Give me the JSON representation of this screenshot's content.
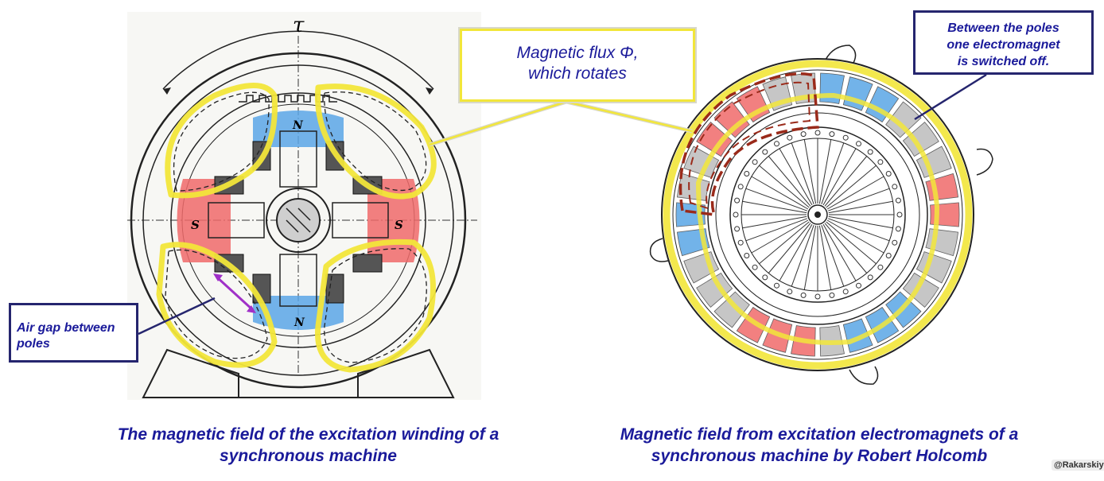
{
  "callouts": {
    "flux": [
      "Magnetic flux Φ,",
      "which rotates"
    ],
    "air_gap": [
      "Air gap between",
      "poles"
    ],
    "between_poles": [
      "Between the poles",
      "one electromagnet",
      "is switched off."
    ]
  },
  "left_figure": {
    "tau_label": "τ",
    "pole_labels": {
      "top": "N",
      "bottom": "N",
      "left": "S",
      "right": "S"
    }
  },
  "captions": {
    "left": [
      "The magnetic field of the excitation winding of a",
      "synchronous machine"
    ],
    "right": [
      "Magnetic field from excitation electromagnets of a",
      "synchronous machine by Robert Holcomb"
    ]
  },
  "watermark": "@Rakarskiy",
  "colors": {
    "north_pole": "#5aa6e6",
    "south_pole": "#f06a6a",
    "flux_outline": "#f2e63a",
    "flux_dashed": "#9a2a1a",
    "caption_text": "#1a1a9a",
    "arrow": "#a030c8",
    "switched_off": "#bdbdbd"
  }
}
